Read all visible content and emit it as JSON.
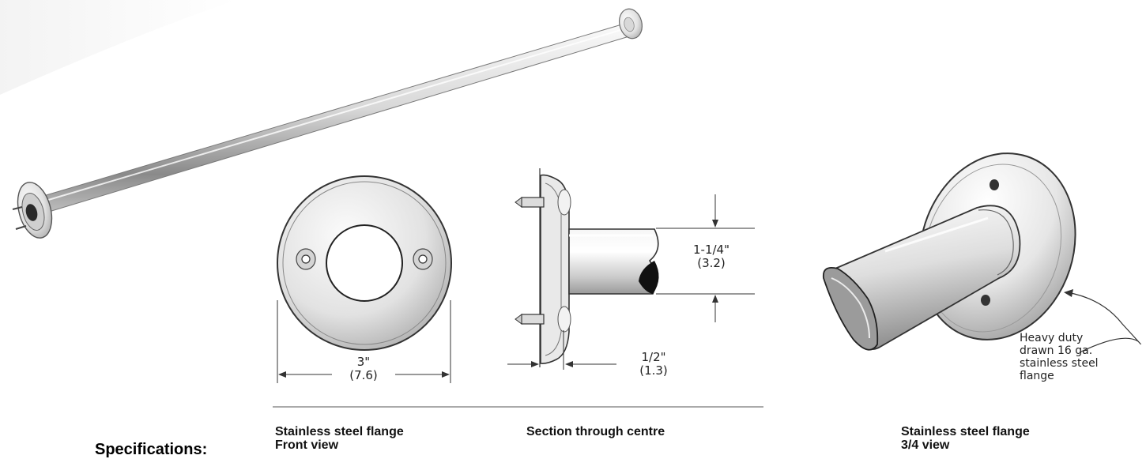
{
  "heading": "Specifications:",
  "captions": {
    "front_view_line1": "Stainless steel flange",
    "front_view_line2": "Front view",
    "section": "Section through centre",
    "three_quarter_line1": "Stainless steel flange",
    "three_quarter_line2": "3/4 view"
  },
  "dimensions": {
    "flange_diameter_imperial": "3\"",
    "flange_diameter_metric": "(7.6)",
    "tube_diameter_imperial": "1-1/4\"",
    "tube_diameter_metric": "(3.2)",
    "flange_depth_imperial": "1/2\"",
    "flange_depth_metric": "(1.3)"
  },
  "callout": {
    "line1": "Heavy duty",
    "line2": "drawn 16 ga.",
    "line3": "stainless steel",
    "line4": "flange"
  },
  "colors": {
    "steel_light": "#f4f4f4",
    "steel_mid": "#b8b8b8",
    "steel_dark": "#5a5a5a",
    "line": "#333333"
  }
}
